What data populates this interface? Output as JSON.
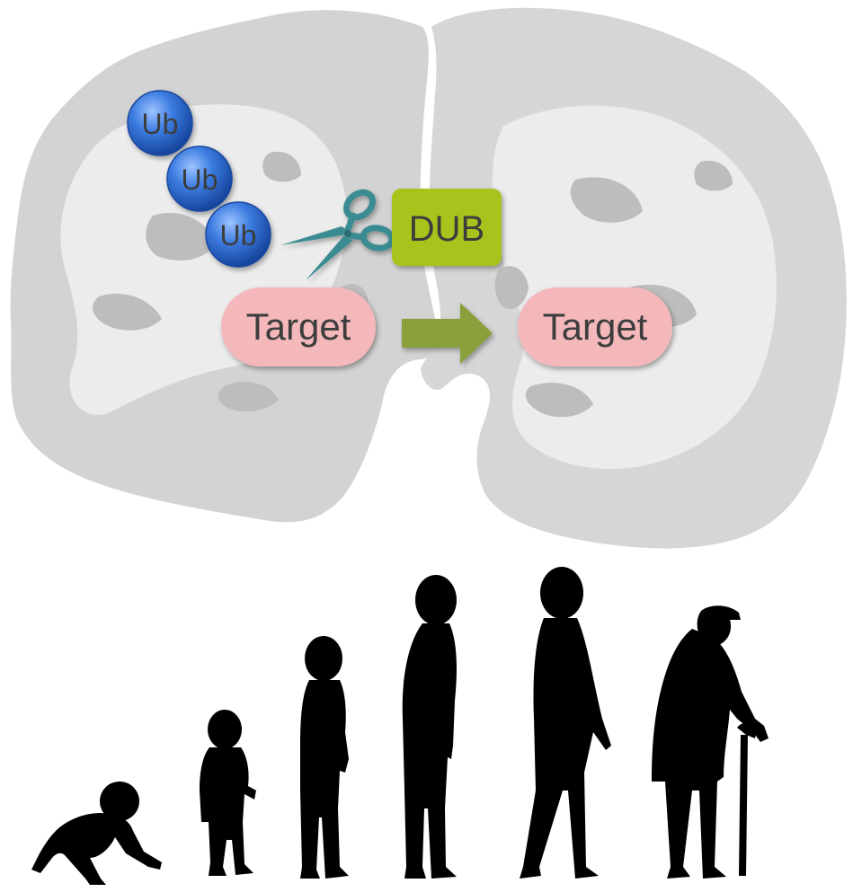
{
  "figure": {
    "ubiquitin_chain": {
      "unit_label": "Ub",
      "units": [
        "Ub",
        "Ub",
        "Ub"
      ],
      "color": "#2f6fd8"
    },
    "enzyme": {
      "label": "DUB",
      "color": "#a8c41c",
      "tool_icon": "scissors-icon",
      "tool_color": "#3b8c92"
    },
    "substrate_before": {
      "label": "Target",
      "color": "#f4b8bb"
    },
    "substrate_after": {
      "label": "Target",
      "color": "#f4b8bb"
    },
    "arrow": {
      "icon": "arrow-right-icon",
      "color": "#8aa03a"
    },
    "background": {
      "icon": "brain-coronal-section-icon",
      "color": "#d4d4d4"
    },
    "lifespan": {
      "icon_color": "#000000",
      "stages": [
        "infant-crawling-icon",
        "toddler-icon",
        "child-icon",
        "young-adult-icon",
        "adult-icon",
        "elderly-with-cane-icon"
      ]
    }
  }
}
